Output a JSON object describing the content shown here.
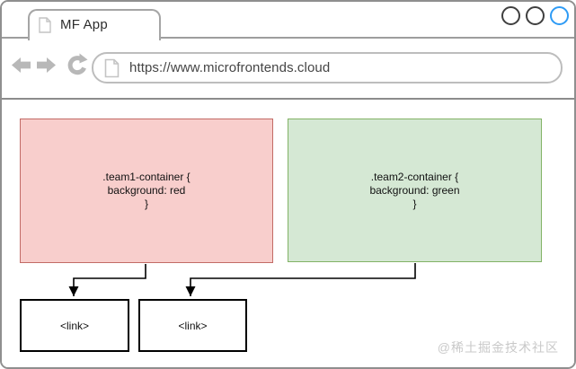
{
  "browser": {
    "tab": {
      "title": "MF App"
    },
    "window_controls": {
      "labels": [
        "window-circle-1",
        "window-circle-2",
        "window-circle-3"
      ],
      "inactive_color": "#3f3f3f",
      "active_color": "#2e9bf5"
    },
    "toolbar": {
      "address_bar": {
        "url": "https://www.microfrontends.cloud"
      }
    }
  },
  "page": {
    "team1_container": {
      "line1": ".team1-container {",
      "line2": "background: red",
      "line3": "}",
      "fill": "#f8cecc",
      "stroke": "#c26b66"
    },
    "team2_container": {
      "line1": ".team2-container {",
      "line2": "background: green",
      "line3": "}",
      "fill": "#d5e8d4",
      "stroke": "#82b366"
    },
    "link_nodes": [
      {
        "label": "<link>"
      },
      {
        "label": "<link>"
      }
    ]
  },
  "watermark": "@稀土掘金技术社区"
}
